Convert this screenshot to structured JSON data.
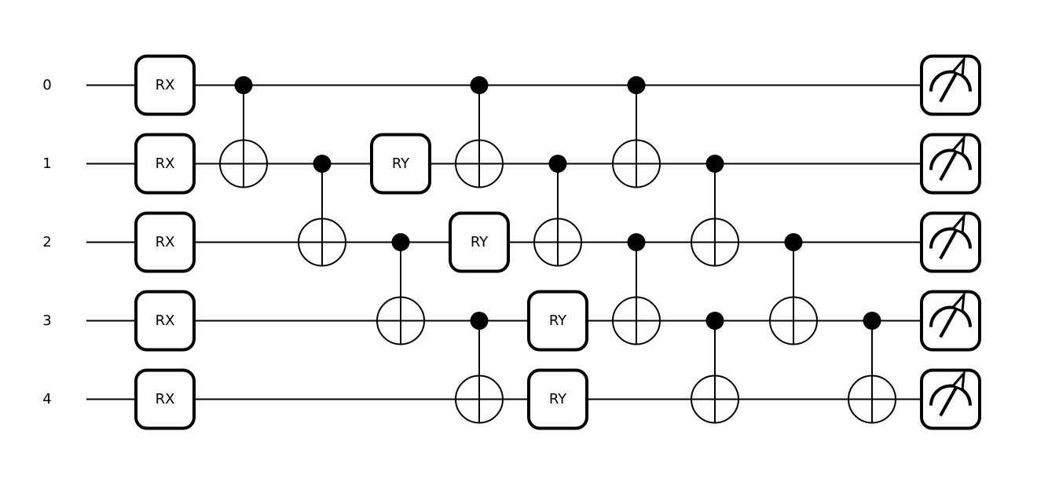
{
  "wires": [
    "0",
    "1",
    "2",
    "3",
    "4"
  ],
  "gates": [
    {
      "type": "box",
      "label": "RX",
      "wire": 0,
      "col": 0
    },
    {
      "type": "box",
      "label": "RX",
      "wire": 1,
      "col": 0
    },
    {
      "type": "box",
      "label": "RX",
      "wire": 2,
      "col": 0
    },
    {
      "type": "box",
      "label": "RX",
      "wire": 3,
      "col": 0
    },
    {
      "type": "box",
      "label": "RX",
      "wire": 4,
      "col": 0
    },
    {
      "type": "cnot",
      "control": 0,
      "target": 1,
      "col": 1
    },
    {
      "type": "cnot",
      "control": 1,
      "target": 2,
      "col": 2
    },
    {
      "type": "box",
      "label": "RY",
      "wire": 1,
      "col": 3
    },
    {
      "type": "cnot",
      "control": 2,
      "target": 3,
      "col": 3
    },
    {
      "type": "cnot",
      "control": 0,
      "target": 1,
      "col": 4
    },
    {
      "type": "box",
      "label": "RY",
      "wire": 2,
      "col": 4
    },
    {
      "type": "cnot",
      "control": 3,
      "target": 4,
      "col": 4
    },
    {
      "type": "cnot",
      "control": 1,
      "target": 2,
      "col": 5
    },
    {
      "type": "box",
      "label": "RY",
      "wire": 3,
      "col": 5
    },
    {
      "type": "box",
      "label": "RY",
      "wire": 4,
      "col": 5
    },
    {
      "type": "cnot",
      "control": 0,
      "target": 1,
      "col": 6
    },
    {
      "type": "cnot",
      "control": 2,
      "target": 3,
      "col": 6
    },
    {
      "type": "cnot",
      "control": 1,
      "target": 2,
      "col": 7
    },
    {
      "type": "cnot",
      "control": 3,
      "target": 4,
      "col": 7
    },
    {
      "type": "cnot",
      "control": 2,
      "target": 3,
      "col": 8
    },
    {
      "type": "cnot",
      "control": 3,
      "target": 4,
      "col": 9
    },
    {
      "type": "measure",
      "wire": 0,
      "col": 10
    },
    {
      "type": "measure",
      "wire": 1,
      "col": 10
    },
    {
      "type": "measure",
      "wire": 2,
      "col": 10
    },
    {
      "type": "measure",
      "wire": 3,
      "col": 10
    },
    {
      "type": "measure",
      "wire": 4,
      "col": 10
    }
  ]
}
